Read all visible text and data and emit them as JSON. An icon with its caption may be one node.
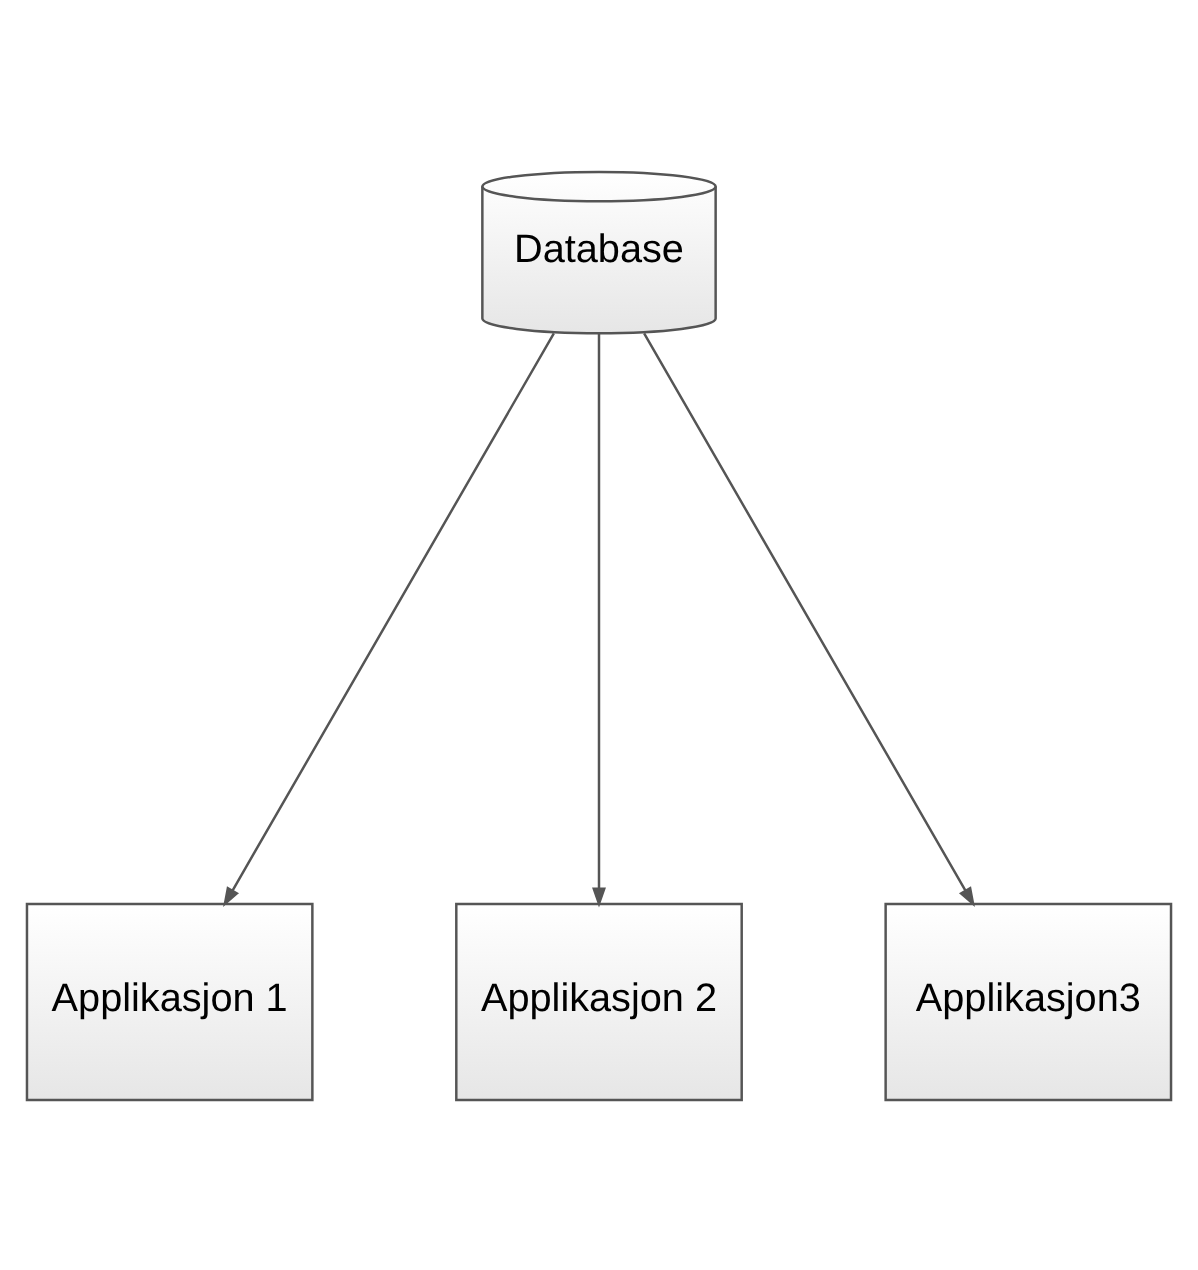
{
  "diagram": {
    "nodes": [
      {
        "text": [
          "Database"
        ]
      },
      {
        "text": [
          "Applikasjon 1"
        ]
      },
      {
        "text": [
          "Applikasjon 2"
        ]
      },
      {
        "text": [
          "Applikasjon3"
        ]
      }
    ],
    "edges": [
      {
        "from": 0,
        "to": 1,
        "arrow": "to"
      },
      {
        "from": 0,
        "to": 2,
        "arrow": "to"
      },
      {
        "from": 0,
        "to": 3,
        "arrow": "to"
      }
    ]
  }
}
